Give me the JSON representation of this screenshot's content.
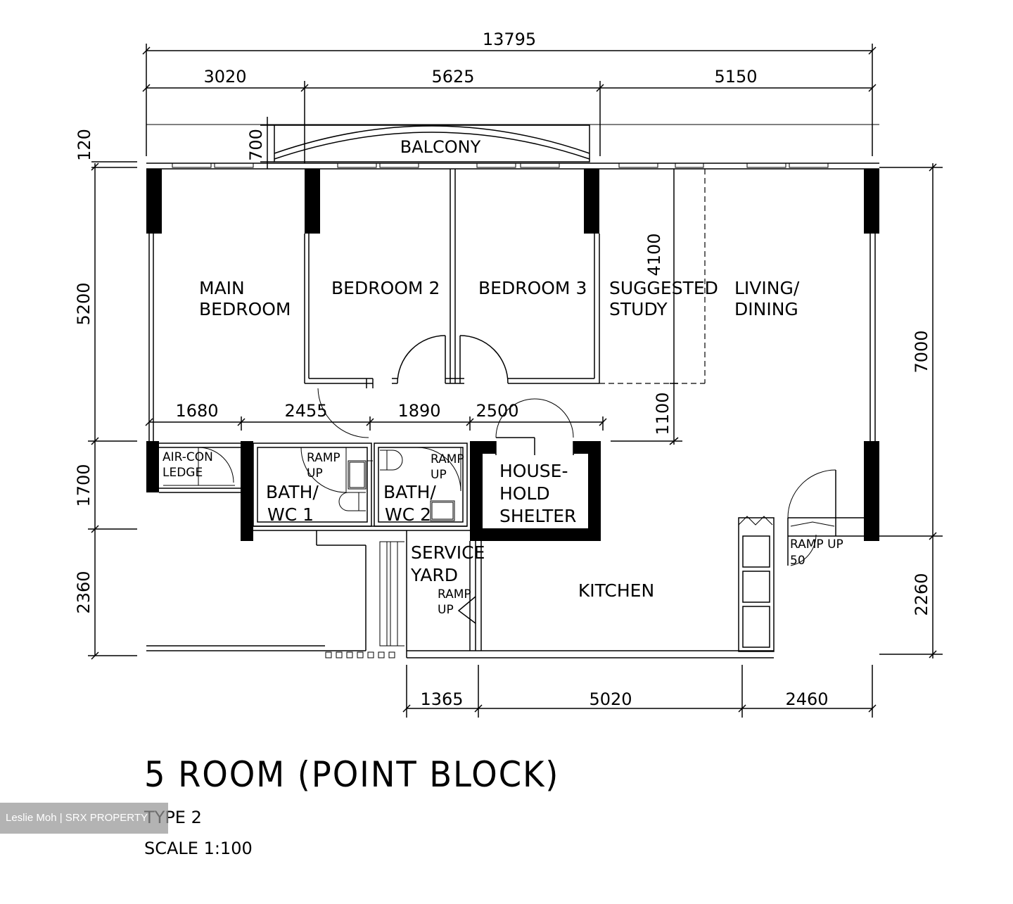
{
  "plan": {
    "dimensions": {
      "overall_width": "13795",
      "top_left": "3020",
      "top_mid": "5625",
      "top_right": "5150",
      "balcony_depth": "700",
      "wall_120": "120",
      "left_5200": "5200",
      "left_1700": "1700",
      "left_2360": "2360",
      "right_7000": "7000",
      "right_2260": "2260",
      "study_4100": "4100",
      "study_1100": "1100",
      "mid_1680": "1680",
      "mid_2455": "2455",
      "mid_1890": "1890",
      "mid_2500": "2500",
      "bottom_1365": "1365",
      "bottom_5020": "5020",
      "bottom_2460": "2460"
    },
    "rooms": {
      "balcony": "BALCONY",
      "main_bedroom_1": "MAIN",
      "main_bedroom_2": "BEDROOM",
      "bedroom2": "BEDROOM  2",
      "bedroom3": "BEDROOM  3",
      "study_1": "SUGGESTED",
      "study_2": "STUDY",
      "living_1": "LIVING/",
      "living_2": "DINING",
      "aircon_1": "AIR-CON",
      "aircon_2": "LEDGE",
      "bath1_1": "BATH/",
      "bath1_2": "WC  1",
      "bath2_1": "BATH/",
      "bath2_2": "WC  2",
      "shelter_1": "HOUSE-",
      "shelter_2": "HOLD",
      "shelter_3": "SHELTER",
      "service_1": "SERVICE",
      "service_2": "YARD",
      "kitchen": "KITCHEN",
      "ramp": "RAMP",
      "up": "UP",
      "ramp_up_50_a": "RAMP  UP",
      "ramp_up_50_b": "50"
    }
  },
  "footer": {
    "title": "5 ROOM (POINT BLOCK)",
    "type": "TYPE 2",
    "scale": "SCALE 1:100",
    "watermark": "Leslie Moh | SRX PROPERTY"
  }
}
